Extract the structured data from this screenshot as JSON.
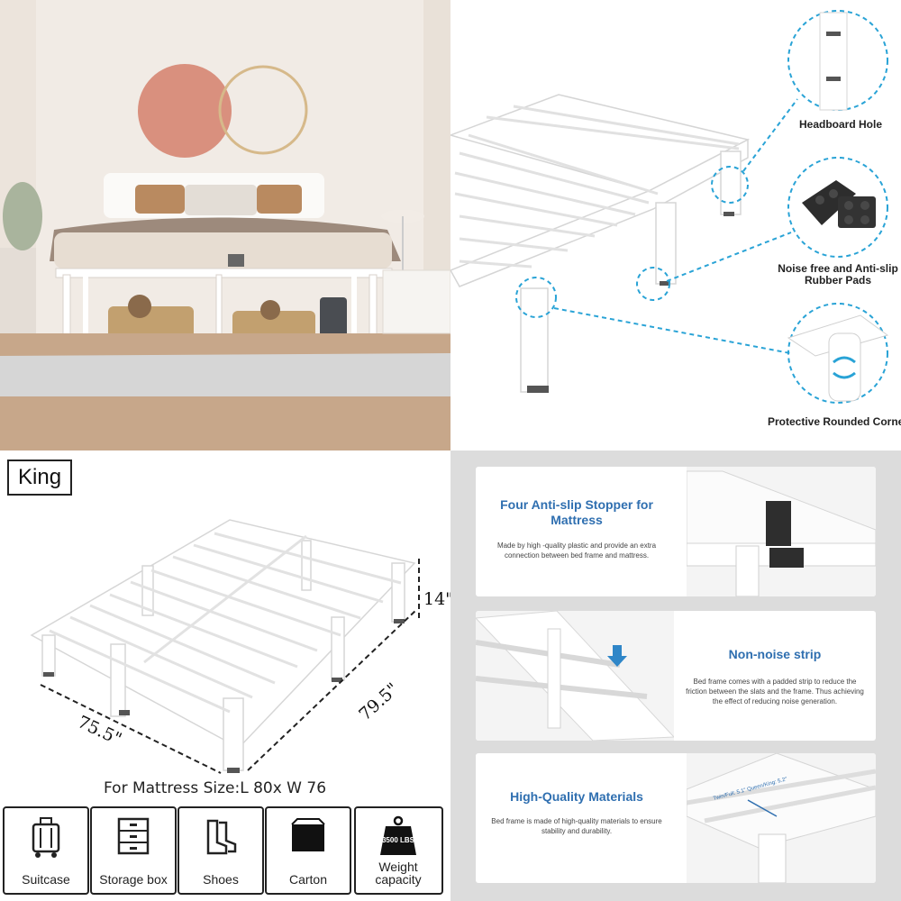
{
  "callouts": {
    "headboard_hole": "Headboard Hole",
    "rubber_pads": "Noise free and Anti-slip Rubber Pads",
    "rounded_corner": "Protective Rounded Corner"
  },
  "dimensions": {
    "size_tag": "King",
    "height": "14\"",
    "width": "75.5\"",
    "length": "79.5\"",
    "mattress_size": "For Mattress Size:L 80x W 76"
  },
  "storage_icons": [
    {
      "icon": "suitcase-icon",
      "label": "Suitcase"
    },
    {
      "icon": "storage-box-icon",
      "label": "Storage box"
    },
    {
      "icon": "shoes-icon",
      "label": "Shoes"
    },
    {
      "icon": "carton-icon",
      "label": "Carton"
    },
    {
      "icon": "weight-icon",
      "label": "Weight capacity",
      "badge": "3500 LBS"
    }
  ],
  "features": [
    {
      "title": "Four Anti-slip Stopper for Mattress",
      "description": "Made by high -quality plastic and provide an extra connection between bed frame and mattress."
    },
    {
      "title": "Non-noise strip",
      "description": "Bed frame comes with a padded strip to reduce the friction between the slats and the frame. Thus achieving the effect of reducing noise generation."
    },
    {
      "title": "High-Quality Materials",
      "description": "Bed frame is made of high-quality materials to ensure stability and durability.",
      "inset_note": "Twin/Full: 5.1\" Queen/King: 5.2\""
    }
  ],
  "colors": {
    "accent_blue": "#2f6fb0",
    "callout_dash": "#29a3d6",
    "room_wall": "#f2ece7",
    "terracotta": "#d9907e"
  }
}
